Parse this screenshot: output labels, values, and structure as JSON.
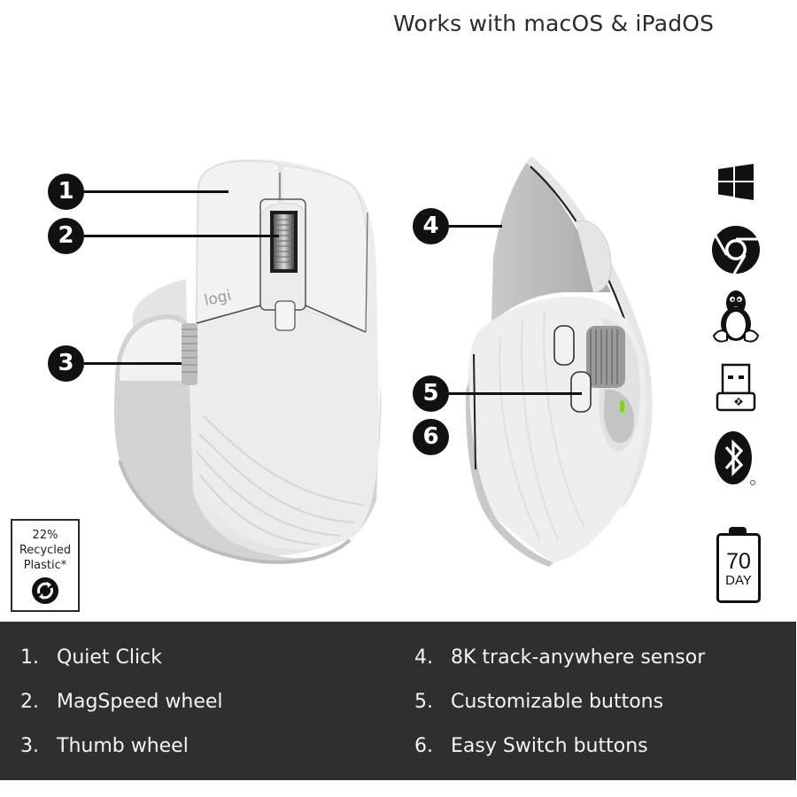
{
  "header": {
    "compatibility_text": "Works with macOS & iPadOS"
  },
  "callouts": [
    {
      "number": "1",
      "target": "top-view"
    },
    {
      "number": "2",
      "target": "top-view"
    },
    {
      "number": "3",
      "target": "top-view"
    },
    {
      "number": "4",
      "target": "side-view"
    },
    {
      "number": "5",
      "target": "side-view"
    },
    {
      "number": "6",
      "target": "side-view"
    }
  ],
  "mouse": {
    "brand_logo": "logi"
  },
  "compatibility_icons": [
    {
      "name": "windows-icon"
    },
    {
      "name": "chrome-icon"
    },
    {
      "name": "linux-tux-icon"
    },
    {
      "name": "usb-receiver-icon"
    },
    {
      "name": "bluetooth-icon"
    }
  ],
  "battery": {
    "value": "70",
    "unit": "DAY"
  },
  "recycled_badge": {
    "percent": "22%",
    "line2": "Recycled",
    "line3": "Plastic*"
  },
  "features": [
    {
      "num": "1.",
      "label": "Quiet Click"
    },
    {
      "num": "2.",
      "label": "MagSpeed wheel"
    },
    {
      "num": "3.",
      "label": "Thumb wheel"
    },
    {
      "num": "4.",
      "label": "8K track-anywhere sensor"
    },
    {
      "num": "5.",
      "label": "Customizable buttons"
    },
    {
      "num": "6.",
      "label": "Easy Switch buttons"
    }
  ],
  "colors": {
    "legend_background": "#2e2f2f",
    "mouse_body": "#ededed",
    "callout": "#111111",
    "status_led": "#7ed321"
  }
}
